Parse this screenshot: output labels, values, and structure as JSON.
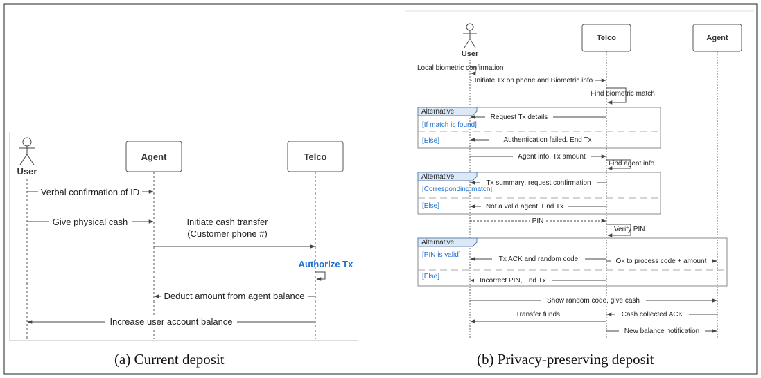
{
  "colors": {
    "line": "#444444",
    "frame": "#222222",
    "accent": "#1f6fd1",
    "frag_fill": "#dbe8f6",
    "frag_border": "#5b7fb0"
  },
  "panel_a": {
    "caption": "(a) Current deposit",
    "actors": {
      "user": "User",
      "agent": "Agent",
      "telco": "Telco"
    },
    "messages": {
      "m1": "Verbal confirmation of ID",
      "m2": "Give physical cash",
      "m3_line1": "Initiate cash transfer",
      "m3_line2": "(Customer phone #)",
      "m4": "Authorize Tx",
      "m5": "Deduct amount from agent balance",
      "m6": "Increase user account balance"
    }
  },
  "panel_b": {
    "caption": "(b) Privacy-preserving deposit",
    "actors": {
      "user": "User",
      "telco": "Telco",
      "agent": "Agent"
    },
    "fragments": {
      "f1_title": "Alternative",
      "f1_cond1": "[If match is found]",
      "f1_cond2": "[Else]",
      "f2_title": "Alternative",
      "f2_cond1": "[Corresponding match]",
      "f2_cond2": "[Else]",
      "f3_title": "Alternative",
      "f3_cond1": "[PIN is valid]",
      "f3_cond2": "[Else]"
    },
    "messages": {
      "m1": "Local biometric confirmation",
      "m2": "Initiate Tx on phone  and Biometric info",
      "m3": "Find biometric match",
      "m4": "Request Tx details",
      "m5": "Authentication failed. End Tx",
      "m6": "Agent info, Tx amount",
      "m7": "Find agent info",
      "m8": "Tx summary: request confirmation",
      "m9": "Not a valid agent, End Tx",
      "m10": "PIN",
      "m11": "Verify PIN",
      "m12": "Tx ACK and random code",
      "m13": "Ok to process code + amount",
      "m14": "Incorrect PIN, End Tx",
      "m15": "Show random code, give cash",
      "m16": "Transfer funds",
      "m17": "Cash collected ACK",
      "m18": "New balance notification"
    }
  }
}
